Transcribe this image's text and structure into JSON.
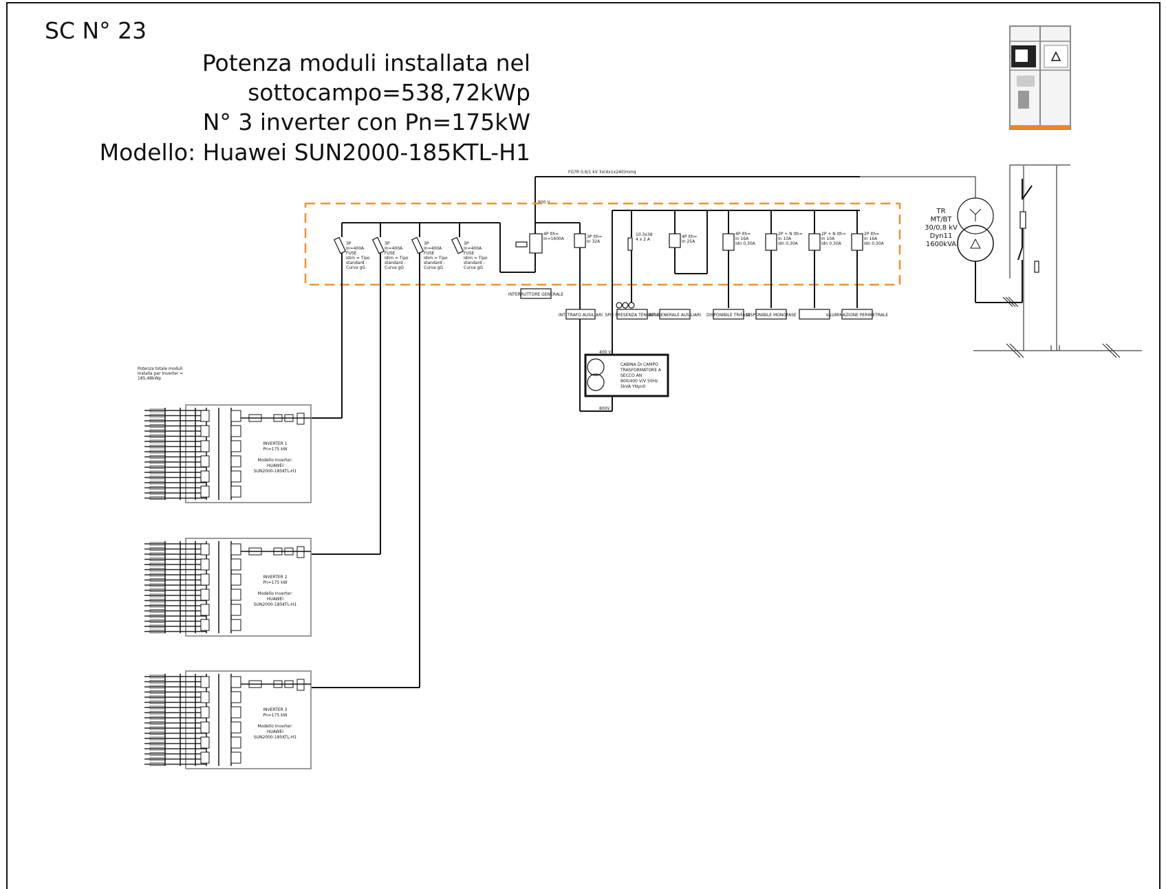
{
  "header": {
    "sheet_id": "SC N° 23",
    "title_lines": [
      "Potenza moduli installata nel",
      "sottocampo=538,72kWp",
      "N° 3 inverter con Pn=175kW",
      "Modello: Huawei SUN2000-185KTL-H1"
    ]
  },
  "cable_label": "FG7R 0,6/1 kV 3x(4x1x240)mmq",
  "voltage_labels": {
    "main": "800 V",
    "aux_top": "400 V",
    "aux_bottom": "800V"
  },
  "transformer": {
    "lines": [
      "TR",
      "MT/BT",
      "30/0,8 kV",
      "Dyn11",
      "1600kVA"
    ]
  },
  "aux_transformer": {
    "lines": [
      "CABINA DI CAMPO",
      "TRASFORMATORE A",
      "SECCO   AN",
      "800/400 V/V   50Hz",
      "5kVA    YNyn0"
    ]
  },
  "fuses": [
    {
      "lines": [
        "3P",
        "In=400A",
        "FUSE",
        "Idim = Tipo",
        "standard -",
        "Curva gG"
      ]
    },
    {
      "lines": [
        "3P",
        "In=400A",
        "FUSE",
        "Idim = Tipo",
        "standard -",
        "Curva gG"
      ]
    },
    {
      "lines": [
        "3P",
        "In=400A",
        "FUSE",
        "Idim = Tipo",
        "standard -",
        "Curva gG"
      ]
    },
    {
      "lines": [
        "3P",
        "In=400A",
        "FUSE",
        "Idim = Tipo",
        "standard -",
        "Curva gG"
      ]
    }
  ],
  "breakers": [
    {
      "lines": [
        "4P Ith=",
        "In=1600A"
      ]
    },
    {
      "lines": [
        "3P Ith=",
        "In 32A"
      ]
    },
    {
      "lines": [
        "10.3x38",
        "4 x 2 A"
      ]
    },
    {
      "lines": [
        "4P Ith=",
        "In 25A"
      ]
    },
    {
      "lines": [
        "4P Ith=",
        "In 16A",
        "Idn 0,30A"
      ]
    },
    {
      "lines": [
        "2P + N Ith=",
        "In 10A",
        "Idn 0,30A"
      ]
    },
    {
      "lines": [
        "2P + N Ith=",
        "In 10A",
        "Idn 0,30A"
      ]
    },
    {
      "lines": [
        "2P Ith=",
        "In 16A",
        "Idn 0,30A"
      ]
    }
  ],
  "feeder_labels": [
    "INTERRUTTORE GENERALE",
    "INT. TRAFO AUSILIARI",
    "SPIE PRESENZA TENSIONE",
    "INT. GENERALE AUSILIARI",
    "DISPONIBILE TRIFASE",
    "DISPONIBILE MONOFASE",
    "",
    "ILLUMINAZIONE PERIMETRALE"
  ],
  "power_note": [
    "Potenza totale moduli",
    "Installa per Inverter =",
    "185,48kWp"
  ],
  "inverters": [
    {
      "lines": [
        "INVERTER 1",
        "Pn=175 kW",
        "",
        "Modello Inverter:",
        "HUAWEI",
        "SUN2000-185KTL-H1"
      ]
    },
    {
      "lines": [
        "INVERTER 2",
        "Pn=175 kW",
        "",
        "Modello Inverter:",
        "HUAWEI",
        "SUN2000-185KTL-H1"
      ]
    },
    {
      "lines": [
        "INVERTER 3",
        "Pn=175 kW",
        "",
        "Modello Inverter:",
        "HUAWEI",
        "SUN2000-185KTL-H1"
      ]
    }
  ],
  "colors": {
    "panel_frame": "#f0902a",
    "line": "#111111",
    "switchgear_orange": "#e8872a"
  },
  "icons": [
    "star-winding-icon",
    "delta-winding-icon",
    "switchgear-cabinet-icon",
    "warning-triangle-icon",
    "fuse-icon",
    "circuit-breaker-icon",
    "transformer-icon"
  ]
}
